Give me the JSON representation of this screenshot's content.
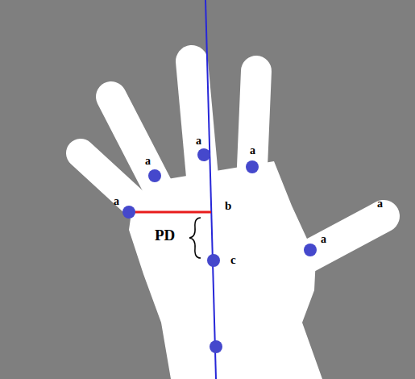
{
  "diagram": {
    "labels": [
      "a",
      "a",
      "a",
      "a",
      "a",
      "a",
      "b",
      "PD",
      "c"
    ]
  }
}
